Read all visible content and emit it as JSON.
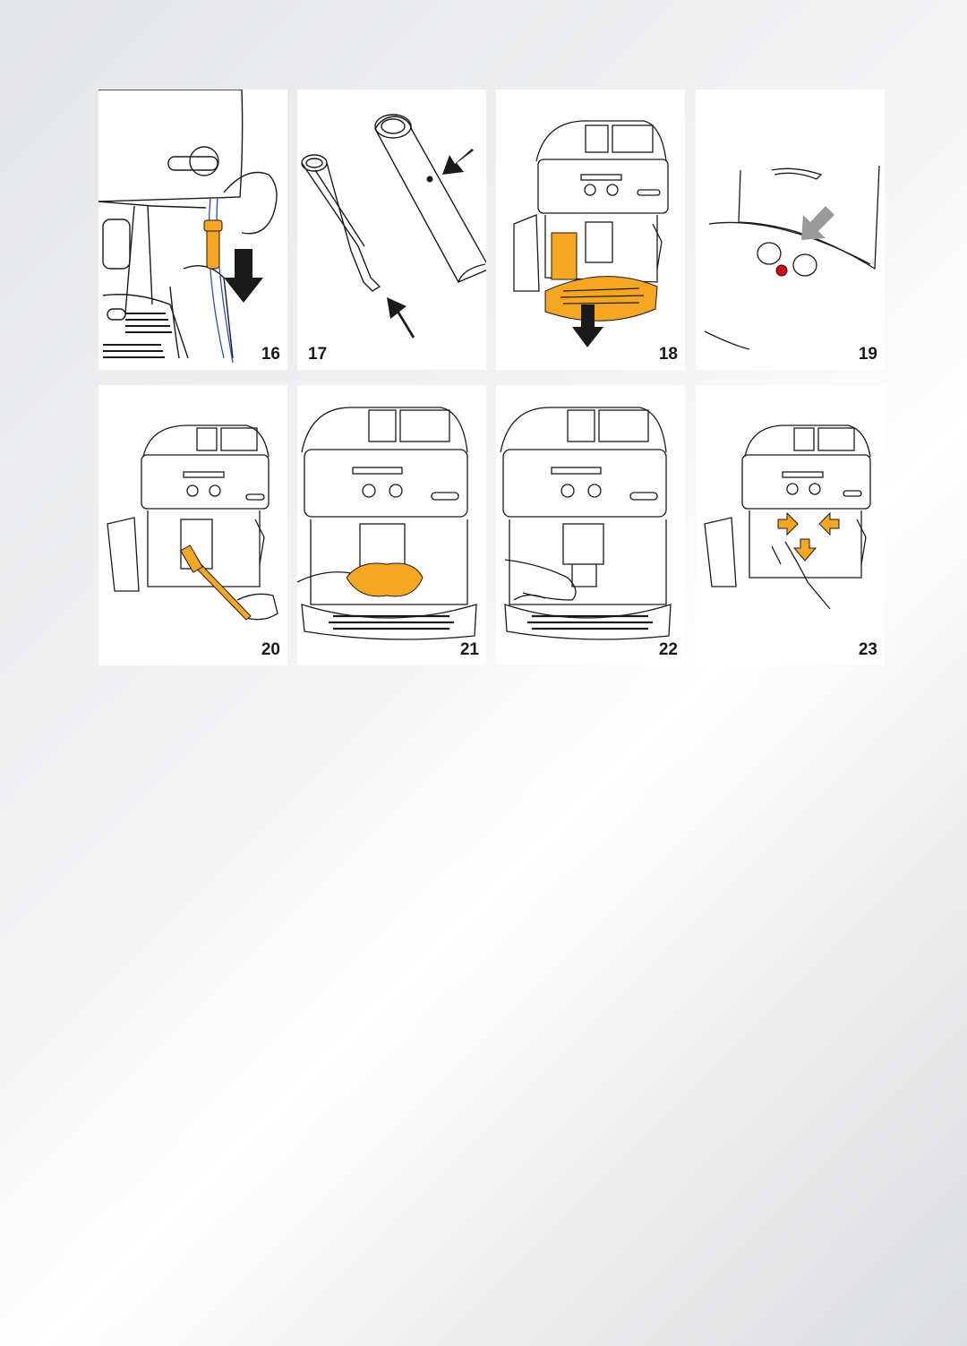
{
  "colors": {
    "accent": "#f5a623",
    "ink": "#1a1a1a",
    "alert": "#d0021b",
    "water": "#2b4fb8"
  },
  "steps": [
    {
      "number": "16",
      "icon": "drip-spout-removal-icon"
    },
    {
      "number": "17",
      "icon": "spout-nozzle-tubes-icon"
    },
    {
      "number": "18",
      "icon": "drip-tray-removal-icon"
    },
    {
      "number": "19",
      "icon": "red-indicator-button-icon"
    },
    {
      "number": "20",
      "icon": "brush-cleaning-icon"
    },
    {
      "number": "21",
      "icon": "cloth-wipe-icon"
    },
    {
      "number": "22",
      "icon": "dispenser-hand-icon"
    },
    {
      "number": "23",
      "icon": "brew-unit-release-icon"
    }
  ]
}
